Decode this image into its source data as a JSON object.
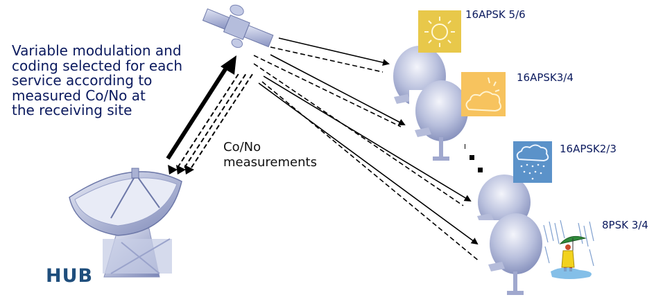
{
  "description": {
    "lines": [
      "Variable modulation and",
      "coding selected for each",
      "service according to",
      "measured Co/No at",
      "the receiving site"
    ]
  },
  "measurements_label": {
    "lines": [
      "Co/No",
      "measurements"
    ]
  },
  "hub": {
    "label": "HUB",
    "icon": "large-dish-antenna-icon"
  },
  "satellite": {
    "icon": "satellite-icon"
  },
  "receive_sites": [
    {
      "modcod": "16APSK 5/6",
      "weather": "sunny",
      "icon": "sun-icon",
      "icon_bg": "#e8c84a"
    },
    {
      "modcod": "16APSK3/4",
      "weather": "partly-cloudy",
      "icon": "sun-cloud-icon",
      "icon_bg": "#f7c35e"
    },
    {
      "modcod": "16APSK2/3",
      "weather": "light-rain",
      "icon": "rain-cloud-icon",
      "icon_bg": "#5b92c9"
    },
    {
      "modcod": "8PSK 3/4",
      "weather": "heavy-rain",
      "icon": "person-umbrella-rain-icon",
      "icon_bg": "#ffffff"
    }
  ],
  "links": {
    "uplink": "solid-bold-arrow",
    "return_measurements": "dashed-arrows",
    "downlinks": "solid-arrows",
    "feedback": "dashed-lines"
  },
  "colors": {
    "text": "#0b1a5e",
    "hub_text": "#1f4e7c",
    "dish": "#b7bfdc"
  }
}
